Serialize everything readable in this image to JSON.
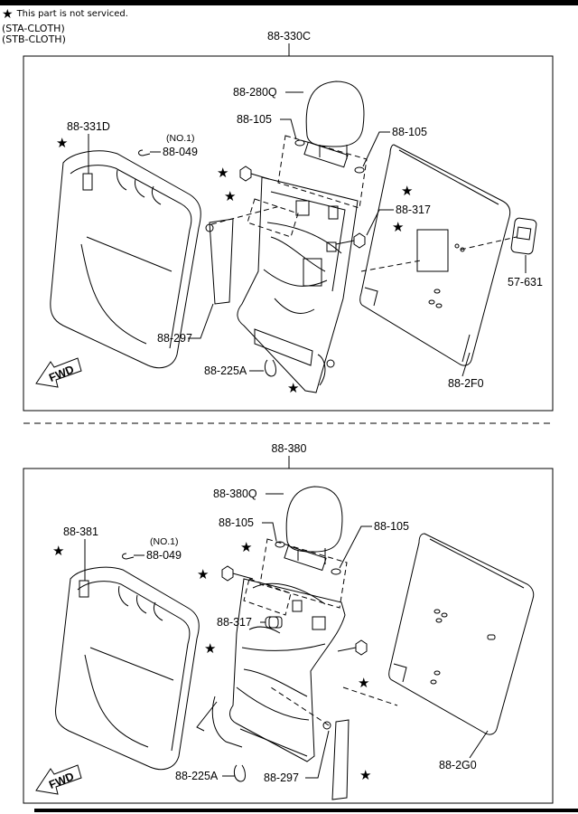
{
  "header": {
    "note_star": "★",
    "note_text": "This part is not serviced.",
    "trim_line1": "(STA-CLOTH)",
    "trim_line2": "(STB-CLOTH)"
  },
  "upper": {
    "assembly": "88-330C",
    "headrest": "88-280Q",
    "guide_left": "88-105",
    "guide_right": "88-105",
    "cover": "88-331D",
    "no1": "(NO.1)",
    "clip": "88-049",
    "bolt": "88-317",
    "trim_strip": "88-297",
    "hook": "88-225A",
    "back_panel": "88-2F0",
    "knob": "57-631",
    "fwd": "FWD"
  },
  "lower": {
    "assembly": "88-380",
    "headrest": "88-380Q",
    "guide_left": "88-105",
    "guide_right": "88-105",
    "cover": "88-381",
    "no1": "(NO.1)",
    "clip": "88-049",
    "bolt": "88-317",
    "trim_strip": "88-297",
    "hook": "88-225A",
    "back_panel": "88-2G0",
    "fwd": "FWD"
  },
  "star": "★"
}
